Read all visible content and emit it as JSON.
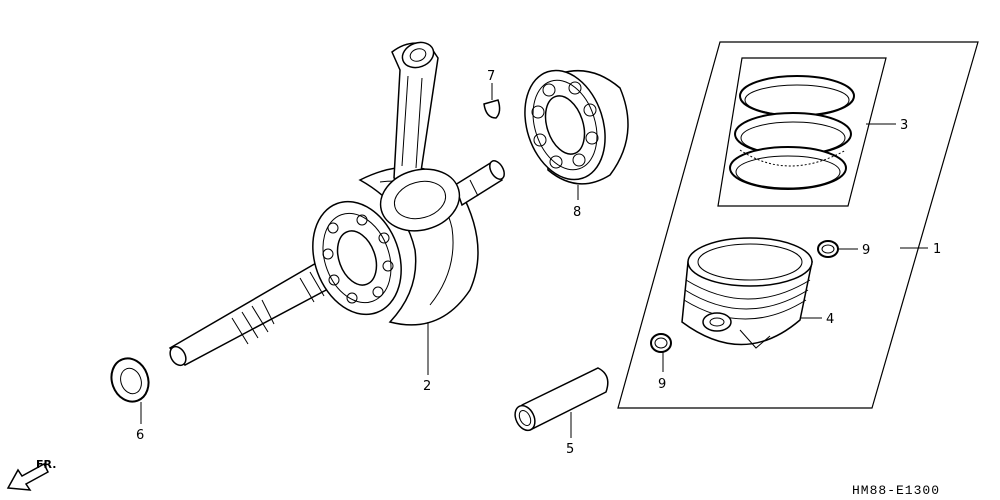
{
  "diagram": {
    "diagram_code": "HM88-E1300",
    "direction_label": "FR.",
    "callouts": [
      {
        "id": "1",
        "part": "piston-set-frame"
      },
      {
        "id": "2",
        "part": "crankshaft"
      },
      {
        "id": "3",
        "part": "piston-rings"
      },
      {
        "id": "4",
        "part": "piston"
      },
      {
        "id": "5",
        "part": "piston-pin"
      },
      {
        "id": "6",
        "part": "washer"
      },
      {
        "id": "7",
        "part": "woodruff-key"
      },
      {
        "id": "8",
        "part": "ball-bearing"
      },
      {
        "id": "9a",
        "part": "piston-pin-clip-upper"
      },
      {
        "id": "9b",
        "part": "piston-pin-clip-lower"
      }
    ],
    "labels": {
      "l1": "1",
      "l2": "2",
      "l3": "3",
      "l4": "4",
      "l5": "5",
      "l6": "6",
      "l7": "7",
      "l8": "8",
      "l9a": "9",
      "l9b": "9"
    }
  }
}
